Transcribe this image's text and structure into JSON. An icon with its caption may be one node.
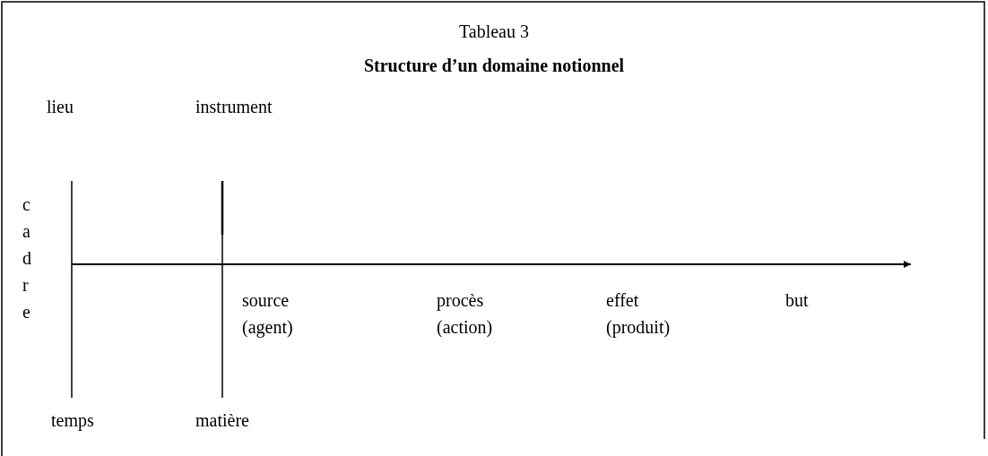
{
  "diagram": {
    "title": "Structure d’un domaine notionnel",
    "labels": [
      "Tableau 3",
      "lieu",
      "instrument",
      "cadre",
      "source (agent)",
      "procès (action)",
      "effet (produit)",
      "but",
      "temps",
      "matière"
    ]
  }
}
